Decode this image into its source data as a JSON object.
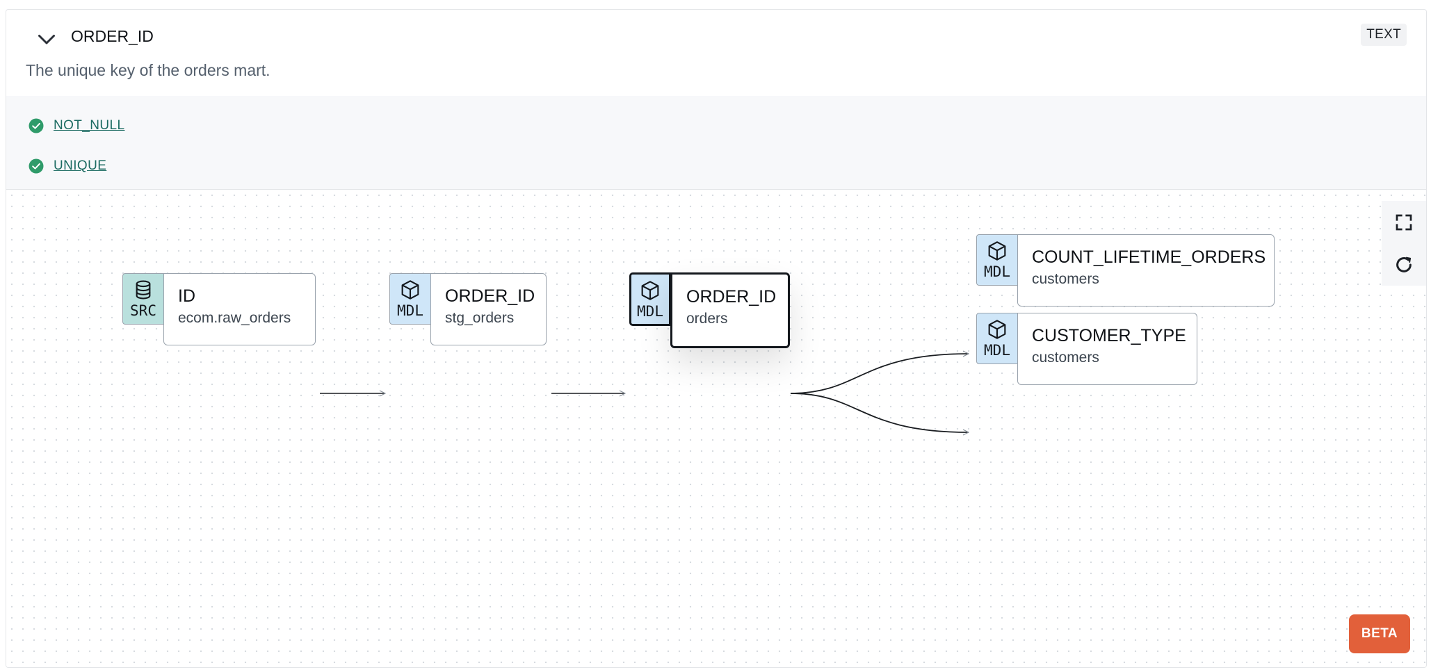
{
  "column": {
    "name": "ORDER_ID",
    "type": "TEXT",
    "description": "The unique key of the orders mart."
  },
  "tests": [
    {
      "label": "NOT_NULL",
      "status": "passed"
    },
    {
      "label": "UNIQUE",
      "status": "passed"
    }
  ],
  "lineage": {
    "nodes": [
      {
        "tag": "SRC",
        "name": "ID",
        "parent": "ecom.raw_orders",
        "icon": "database-icon"
      },
      {
        "tag": "MDL",
        "name": "ORDER_ID",
        "parent": "stg_orders",
        "icon": "cube-icon"
      },
      {
        "tag": "MDL",
        "name": "ORDER_ID",
        "parent": "orders",
        "icon": "cube-icon",
        "active": true
      },
      {
        "tag": "MDL",
        "name": "COUNT_LIFETIME_ORDERS",
        "parent": "customers",
        "icon": "cube-icon"
      },
      {
        "tag": "MDL",
        "name": "CUSTOMER_TYPE",
        "parent": "customers",
        "icon": "cube-icon"
      }
    ]
  },
  "beta_label": "BETA",
  "colors": {
    "model_tag": "#cfe6f8",
    "source_tag": "#b9e0dd",
    "test_passed": "#2f9b6a",
    "link": "#1c6b62",
    "beta": "#e2603a"
  }
}
